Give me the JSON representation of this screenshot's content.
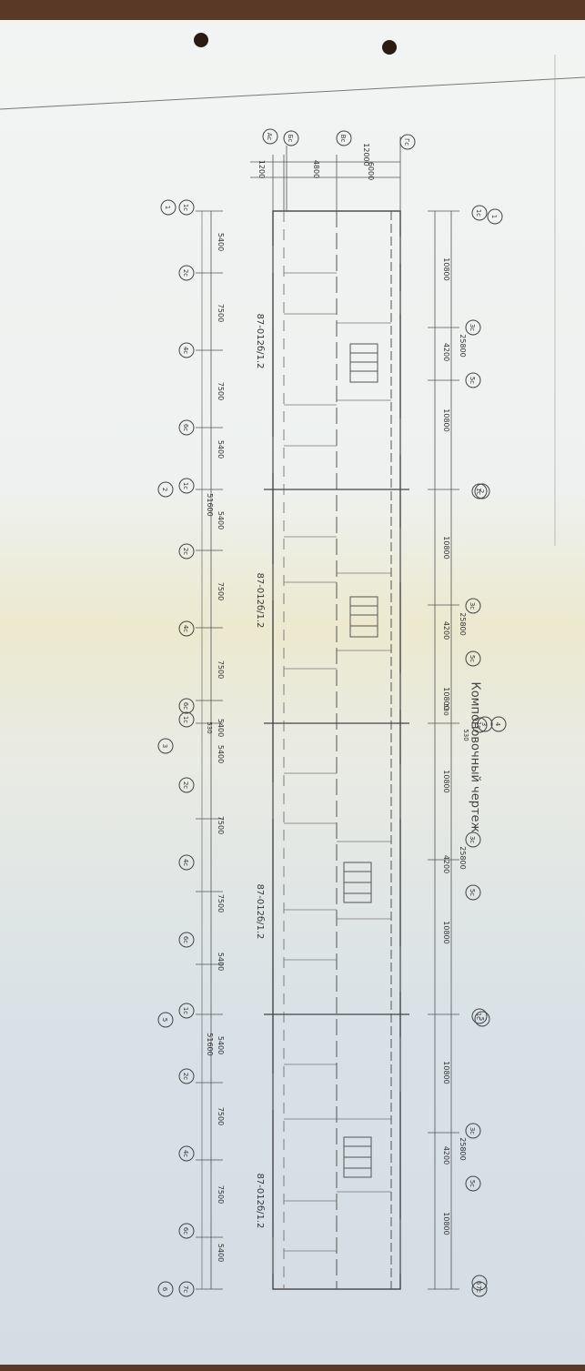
{
  "drawing": {
    "title": "Компоновочный чертеж",
    "section_codes": [
      "87-012б/1.2",
      "87-012б/1.2",
      "87-012б/1.2",
      "87-012б/1.2"
    ],
    "row_axes": [
      "1с",
      "2с",
      "3с",
      "4с",
      "5с",
      "6с",
      "7с"
    ],
    "col_axes_left": [
      "Ac",
      "Бc",
      "Вc",
      "Гc"
    ],
    "section_numbers": [
      "1",
      "2",
      "3",
      "4",
      "5",
      "6"
    ],
    "dims_left_chain": [
      "1200",
      "4800",
      "6000",
      "12000"
    ],
    "dims_top_chain": [
      "10800",
      "4200",
      "10800",
      "25800"
    ],
    "dims_bottom_chain": [
      "5400",
      "7500",
      "7500",
      "5400"
    ],
    "dim_small": "530",
    "dim_total": "51600"
  }
}
